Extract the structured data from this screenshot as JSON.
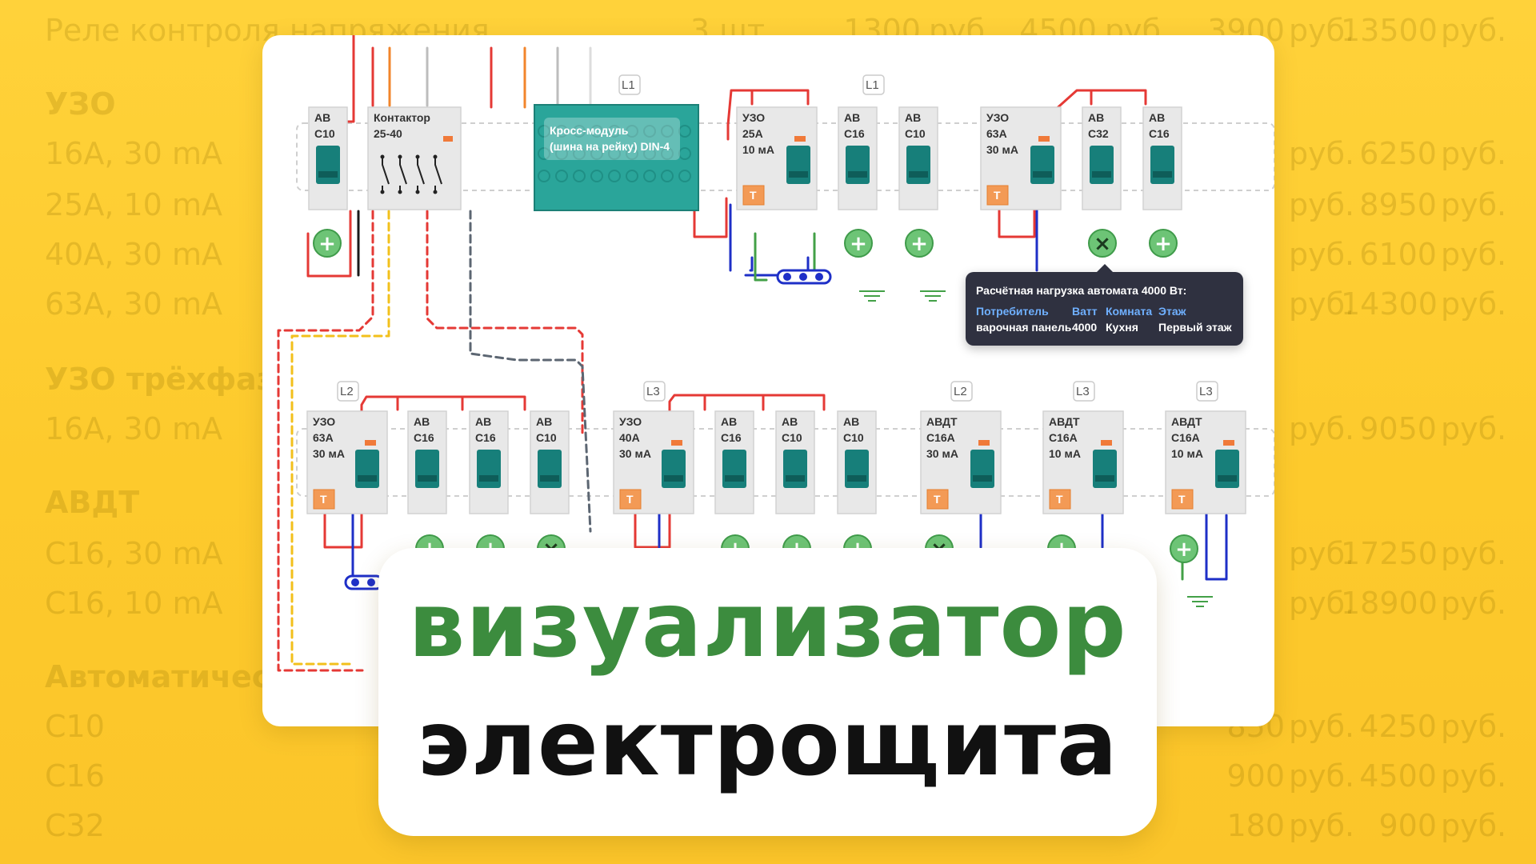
{
  "background_price_list": {
    "rows": [
      {
        "name": "Реле контроля напряжения",
        "qty": "3 шт",
        "p1": "1300",
        "u1": "руб.",
        "p2": "4500",
        "u2": "руб.",
        "p3": "3900",
        "u3": "руб.",
        "total": "13500",
        "ut": "руб.",
        "heading": false
      },
      {
        "name": "УЗО",
        "heading": true
      },
      {
        "name": "16А, 30 mA",
        "p3": "",
        "u3": "руб.",
        "total": "6250",
        "ut": "руб.",
        "heading": false
      },
      {
        "name": "25А, 10 mA",
        "u3": "руб.",
        "total": "8950",
        "ut": "руб.",
        "heading": false
      },
      {
        "name": "40А, 30 mA",
        "u3": "руб.",
        "total": "6100",
        "ut": "руб.",
        "heading": false
      },
      {
        "name": "63А, 30 mA",
        "u3": "руб.",
        "total": "14300",
        "ut": "руб.",
        "heading": false
      },
      {
        "name": "УЗО трёхфазны",
        "heading": true
      },
      {
        "name": "16А, 30 mA",
        "u3": "руб.",
        "total": "9050",
        "ut": "руб.",
        "heading": false
      },
      {
        "name": "АВДТ",
        "heading": true
      },
      {
        "name": "С16, 30 mA",
        "u3": "руб.",
        "total": "17250",
        "ut": "руб.",
        "heading": false
      },
      {
        "name": "С16, 10 mA",
        "u3": "руб.",
        "total": "18900",
        "ut": "руб.",
        "heading": false
      },
      {
        "name": "Автоматически",
        "heading": true
      },
      {
        "name": "С10",
        "p3": "850",
        "u3": "руб.",
        "total": "4250",
        "ut": "руб.",
        "heading": false
      },
      {
        "name": "С16",
        "p3": "900",
        "u3": "руб.",
        "total": "4500",
        "ut": "руб.",
        "heading": false
      },
      {
        "name": "С32",
        "p3": "180",
        "u3": "руб.",
        "total": "900",
        "ut": "руб.",
        "heading": false
      }
    ]
  },
  "colors": {
    "background": "#fdca2c",
    "panel": "#ffffff",
    "module_body": "#e8e8e8",
    "lever": "#177f7a",
    "accent_green": "#3c8c3e",
    "phase_wire": "#e53935",
    "neutral_wire": "#1e2fc7",
    "earth_wire": "#43a047",
    "orange_wire": "#f2852b",
    "test_button": "#f39a55",
    "tooltip_bg": "#2f3140"
  },
  "diagram": {
    "phase_tags": [
      "L1",
      "L1",
      "L2",
      "L3",
      "L2",
      "L3",
      "L3"
    ],
    "modules": {
      "av_c10_top": [
        "АВ",
        "С10"
      ],
      "contactor": [
        "Контактор",
        "25-40"
      ],
      "cross_module": [
        "Кросс-модуль",
        "(шина на рейку) DIN-4"
      ],
      "uzo1": [
        "УЗО",
        "25А",
        "10 мА"
      ],
      "av_c16_a": [
        "АВ",
        "С16"
      ],
      "av_c10_a": [
        "АВ",
        "С10"
      ],
      "uzo2": [
        "УЗО",
        "63А",
        "30 мА"
      ],
      "av_c32": [
        "АВ",
        "С32"
      ],
      "av_c16_b": [
        "АВ",
        "С16"
      ],
      "uzo3": [
        "УЗО",
        "63А",
        "30 мА"
      ],
      "av_c16_c": [
        "АВ",
        "С16"
      ],
      "av_c16_d": [
        "АВ",
        "С16"
      ],
      "av_c10_b": [
        "АВ",
        "С10"
      ],
      "uzo4": [
        "УЗО",
        "40А",
        "30 мА"
      ],
      "av_c16_e": [
        "АВ",
        "С16"
      ],
      "av_c10_c": [
        "АВ",
        "С10"
      ],
      "av_c10_d": [
        "АВ",
        "С10"
      ],
      "avdt1": [
        "АВДТ",
        "С16А",
        "30 мА"
      ],
      "avdt2": [
        "АВДТ",
        "С16А",
        "10 мА"
      ],
      "avdt3": [
        "АВДТ",
        "С16А",
        "10 мА"
      ]
    },
    "test_button_symbol": "T",
    "add_icon_symbol": "+",
    "remove_icon_symbol": "×"
  },
  "tooltip": {
    "title": "Расчётная нагрузка автомата 4000 Вт:",
    "headers": [
      "Потребитель",
      "Ватт",
      "Комната",
      "Этаж"
    ],
    "row": [
      "варочная панель",
      "4000",
      "Кухня",
      "Первый этаж"
    ]
  },
  "title": {
    "line1": "визуализатор",
    "line2": "электрощита"
  }
}
